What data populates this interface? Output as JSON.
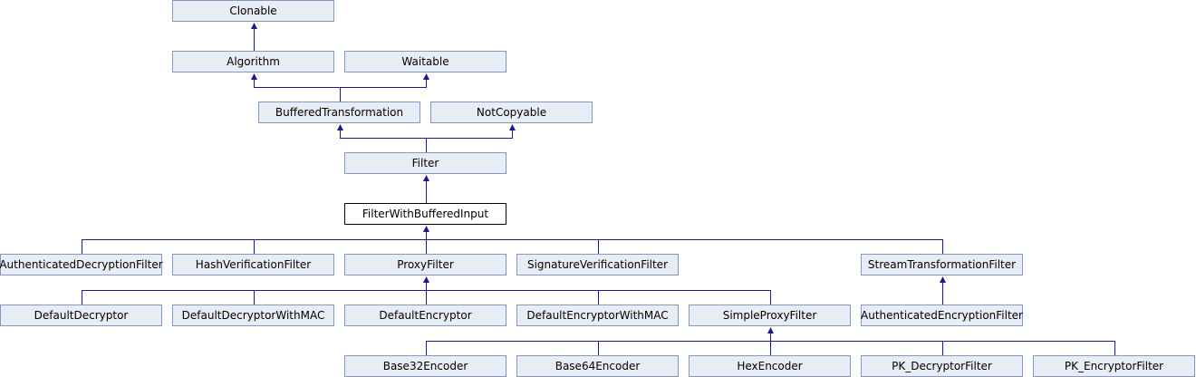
{
  "diagram": {
    "nodes": {
      "clonable": "Clonable",
      "algorithm": "Algorithm",
      "waitable": "Waitable",
      "buffered_transformation": "BufferedTransformation",
      "not_copyable": "NotCopyable",
      "filter": "Filter",
      "filter_with_buffered_input": "FilterWithBufferedInput",
      "authenticated_decryption_filter": "AuthenticatedDecryptionFilter",
      "hash_verification_filter": "HashVerificationFilter",
      "proxy_filter": "ProxyFilter",
      "signature_verification_filter": "SignatureVerificationFilter",
      "stream_transformation_filter": "StreamTransformationFilter",
      "default_decryptor": "DefaultDecryptor",
      "default_decryptor_with_mac": "DefaultDecryptorWithMAC",
      "default_encryptor": "DefaultEncryptor",
      "default_encryptor_with_mac": "DefaultEncryptorWithMAC",
      "simple_proxy_filter": "SimpleProxyFilter",
      "authenticated_encryption_filter": "AuthenticatedEncryptionFilter",
      "base32_encoder": "Base32Encoder",
      "base64_encoder": "Base64Encoder",
      "hex_encoder": "HexEncoder",
      "pk_decryptor_filter": "PK_DecryptorFilter",
      "pk_encryptor_filter": "PK_EncryptorFilter"
    },
    "edges": [
      {
        "from": "algorithm",
        "to": "clonable"
      },
      {
        "from": "buffered_transformation",
        "to": "algorithm"
      },
      {
        "from": "buffered_transformation",
        "to": "waitable"
      },
      {
        "from": "filter",
        "to": "buffered_transformation"
      },
      {
        "from": "filter",
        "to": "not_copyable"
      },
      {
        "from": "filter_with_buffered_input",
        "to": "filter"
      },
      {
        "from": "authenticated_decryption_filter",
        "to": "filter_with_buffered_input"
      },
      {
        "from": "hash_verification_filter",
        "to": "filter_with_buffered_input"
      },
      {
        "from": "proxy_filter",
        "to": "filter_with_buffered_input"
      },
      {
        "from": "signature_verification_filter",
        "to": "filter_with_buffered_input"
      },
      {
        "from": "stream_transformation_filter",
        "to": "filter_with_buffered_input"
      },
      {
        "from": "default_decryptor",
        "to": "proxy_filter"
      },
      {
        "from": "default_decryptor_with_mac",
        "to": "proxy_filter"
      },
      {
        "from": "default_encryptor",
        "to": "proxy_filter"
      },
      {
        "from": "default_encryptor_with_mac",
        "to": "proxy_filter"
      },
      {
        "from": "simple_proxy_filter",
        "to": "proxy_filter"
      },
      {
        "from": "authenticated_encryption_filter",
        "to": "stream_transformation_filter"
      },
      {
        "from": "base32_encoder",
        "to": "simple_proxy_filter"
      },
      {
        "from": "base64_encoder",
        "to": "simple_proxy_filter"
      },
      {
        "from": "hex_encoder",
        "to": "simple_proxy_filter"
      },
      {
        "from": "pk_decryptor_filter",
        "to": "simple_proxy_filter"
      },
      {
        "from": "pk_encryptor_filter",
        "to": "simple_proxy_filter"
      }
    ]
  }
}
